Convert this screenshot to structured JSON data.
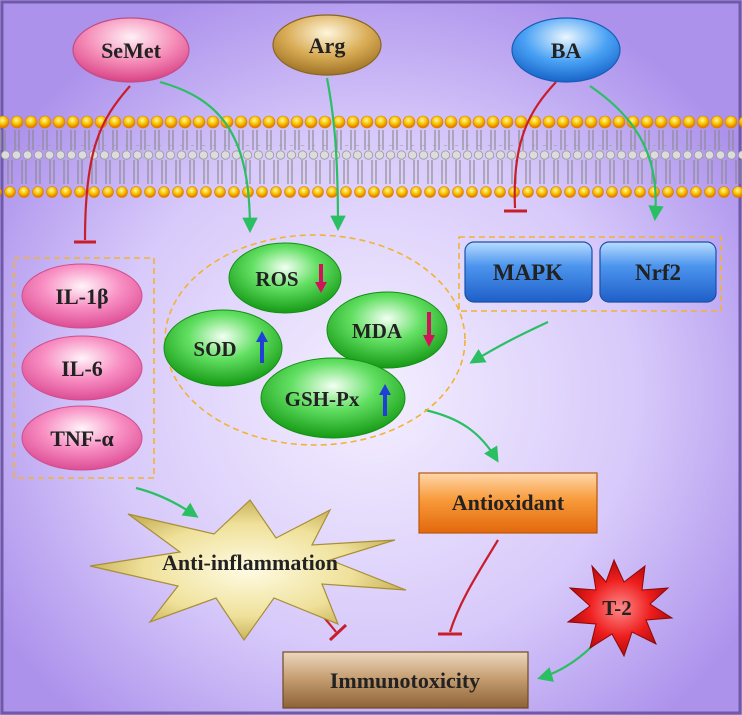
{
  "agents": {
    "semet": "SeMet",
    "arg": "Arg",
    "ba": "BA"
  },
  "cytokines": {
    "il1b": "IL-1β",
    "il6": "IL-6",
    "tnfa": "TNF-α"
  },
  "oxidative": {
    "ros": "ROS",
    "sod": "SOD",
    "mda": "MDA",
    "gshpx": "GSH-Px"
  },
  "pathways": {
    "mapk": "MAPK",
    "nrf2": "Nrf2"
  },
  "outcomes": {
    "antioxidant": "Antioxidant",
    "anti_inflammation": "Anti-inflammation",
    "t2": "T-2",
    "immunotoxicity": "Immunotoxicity"
  },
  "colors": {
    "activate_arrow": "#2bbf63",
    "inhibit_line": "#c81e2b",
    "up_arrow": "#1f3fd6",
    "down_arrow": "#d1145a"
  }
}
